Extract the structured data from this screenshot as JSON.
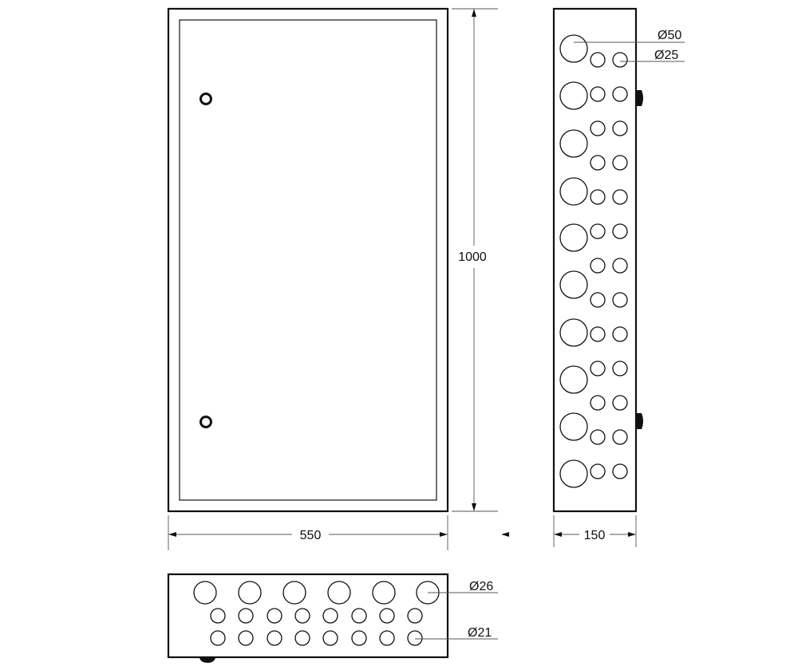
{
  "dimensions": {
    "width": "550",
    "height": "1000",
    "depth": "150"
  },
  "side_holes": {
    "large_diameter": "Ø50",
    "small_diameter": "Ø25"
  },
  "bottom_holes": {
    "large_diameter": "Ø26",
    "small_diameter": "Ø21"
  }
}
